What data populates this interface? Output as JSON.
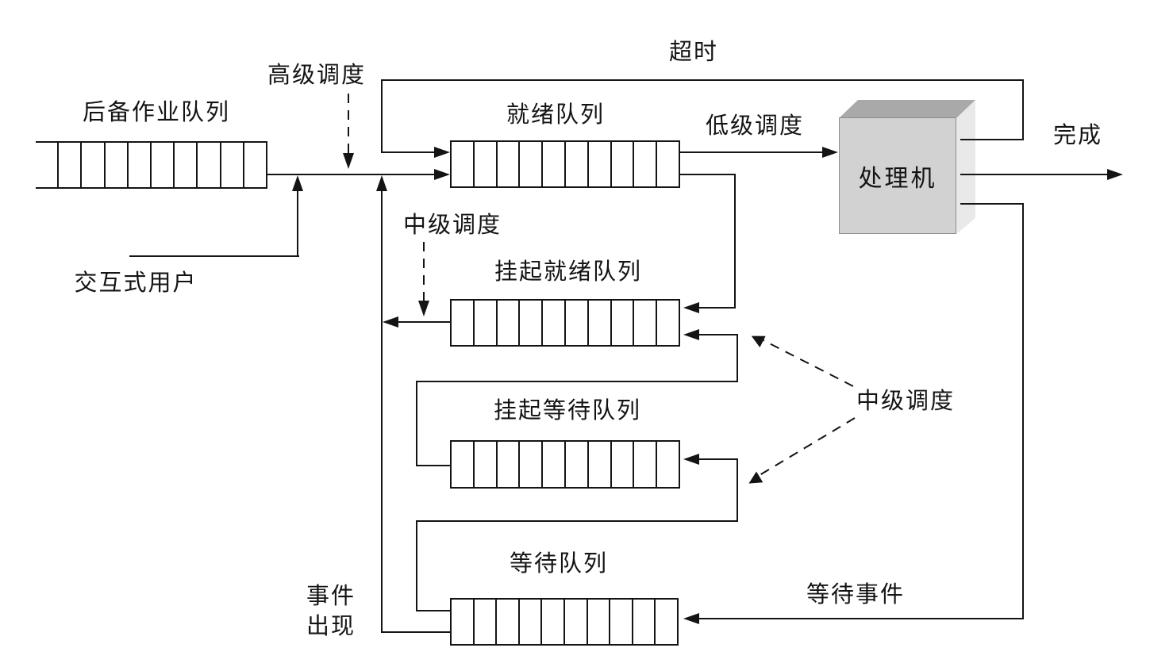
{
  "diagram_type": "process-scheduling-queue-diagram",
  "queues": {
    "backup": {
      "label": "后备作业队列",
      "cells": 10
    },
    "ready": {
      "label": "就绪队列",
      "cells": 10
    },
    "suspended_ready": {
      "label": "挂起就绪队列",
      "cells": 10
    },
    "suspended_wait": {
      "label": "挂起等待队列",
      "cells": 10
    },
    "wait": {
      "label": "等待队列",
      "cells": 10
    }
  },
  "processor": {
    "label": "处理机"
  },
  "edges": {
    "high_level_scheduling": "高级调度",
    "low_level_scheduling": "低级调度",
    "mid_level_scheduling_left": "中级调度",
    "mid_level_scheduling_right": "中级调度",
    "timeout": "超时",
    "complete": "完成",
    "wait_event": "等待事件",
    "event_occurs_line1": "事件",
    "event_occurs_line2": "出现",
    "interactive_user": "交互式用户"
  },
  "colors": {
    "line": "#141414",
    "background": "#ffffff",
    "processor_front": "#d2d2d2",
    "processor_top": "#a9a9a9",
    "processor_side": "#e9e9e9"
  }
}
